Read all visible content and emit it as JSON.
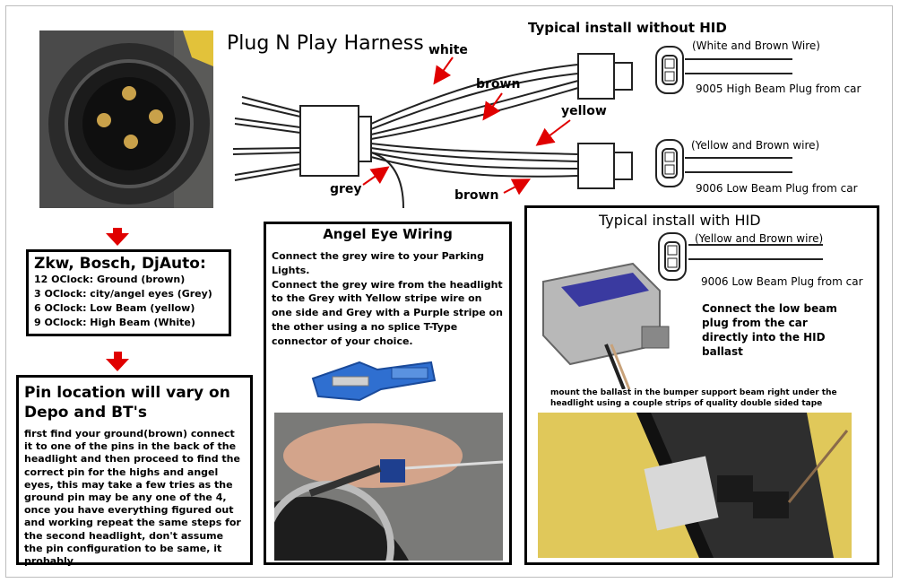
{
  "harness": {
    "title": "Plug N Play Harness",
    "wire_white": "white",
    "wire_brown1": "brown",
    "wire_yellow": "yellow",
    "wire_grey": "grey",
    "wire_brown2": "brown"
  },
  "without_hid": {
    "title": "Typical install without HID",
    "high_wires": "(White and Brown Wire)",
    "high_plug": "9005 High Beam Plug from car",
    "low_wires": "(Yellow and Brown wire)",
    "low_plug": "9006 Low Beam Plug from car"
  },
  "pinout": {
    "title": "Zkw, Bosch, DjAuto:",
    "lines": [
      "12 OClock: Ground (brown)",
      "3 OClock: city/angel eyes (Grey)",
      "6 OClock: Low Beam (yellow)",
      "9 OClock: High Beam (White)"
    ]
  },
  "pin_location": {
    "title": "Pin location will vary on Depo and BT's",
    "body": "first find your ground(brown) connect it to one of the pins in the back of the headlight and then proceed to find the correct pin for the highs and angel eyes, this may take a few tries as the ground pin may be any one of the 4, once you have everything figured out and working repeat the same steps for the second headlight, don't assume the pin configuration to be same, it probably"
  },
  "angel_eye": {
    "title": "Angel Eye Wiring",
    "body": "Connect the grey wire to your Parking Lights.\nConnect the grey wire from the headlight to the Grey with Yellow stripe wire on one side and Grey with a Purple stripe on the other using a no splice T-Type connector of your choice."
  },
  "with_hid": {
    "title": "Typical install with HID",
    "wires": "(Yellow and Brown wire)",
    "plug": "9006 Low Beam Plug from car",
    "instruction": "Connect the low beam plug from the car directly into the HID ballast",
    "mount_note": "mount the ballast in the bumper support beam right under the headlight using a couple strips of quality double sided tape"
  },
  "colors": {
    "arrow": "#e00000",
    "border": "#000000"
  }
}
